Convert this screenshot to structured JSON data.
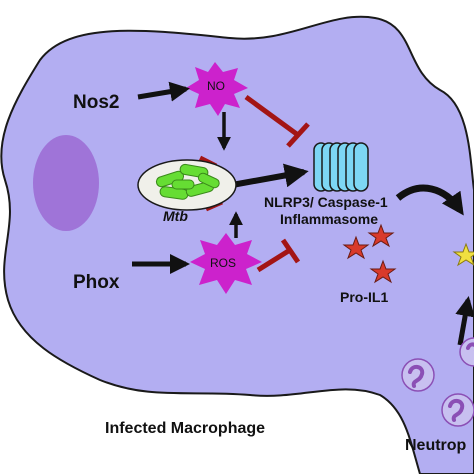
{
  "labels": {
    "nos2": "Nos2",
    "phox": "Phox",
    "no": "NO",
    "ros": "ROS",
    "mtb": "Mtb",
    "inflammasome_line1": "NLRP3/ Caspase-1",
    "inflammasome_line2": "Inflammasome",
    "pro_il1": "Pro-IL1",
    "infected_macrophage": "Infected Macrophage",
    "neutrophils": "Neutrop"
  },
  "colors": {
    "cell_fill": "#b3aef2",
    "cell_stroke": "#1a1a1a",
    "nucleus": "#9f74d8",
    "burst": "#cc22cc",
    "inhibit": "#a31515",
    "inflammasome": "#7dd6f4",
    "bacteria": "#66dd33",
    "star_red": "#d93a2b",
    "star_yellow": "#f0e040",
    "neutrophil_fill": "#c8c0f0",
    "neutrophil_nucleus": "#8b4fb5"
  }
}
